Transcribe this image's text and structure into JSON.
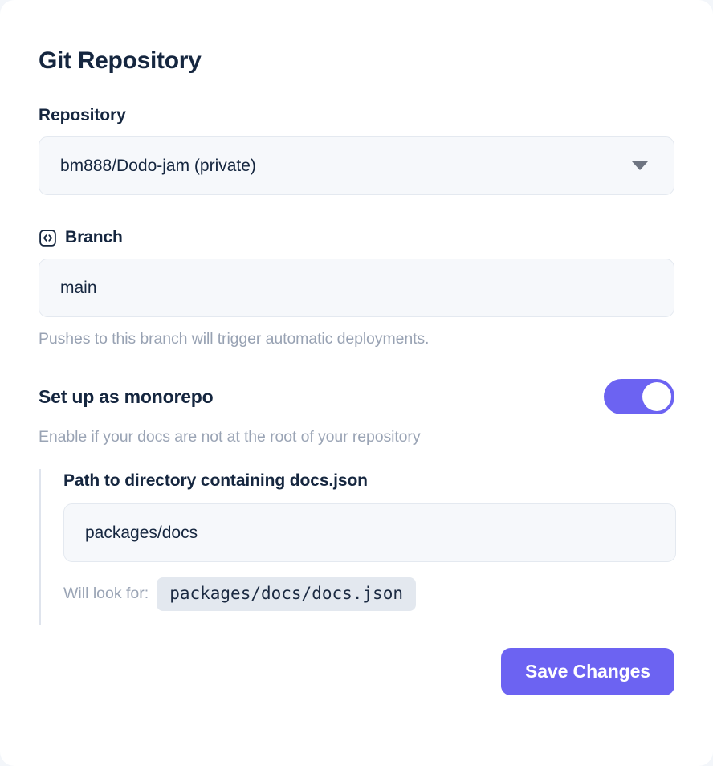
{
  "card": {
    "title": "Git Repository"
  },
  "repository_field": {
    "label": "Repository",
    "selected_value": "bm888/Dodo-jam (private)",
    "caret_icon": "chevron-down-icon"
  },
  "branch_field": {
    "icon": "code-brackets-icon",
    "label": "Branch",
    "value": "main",
    "helper_text": "Pushes to this branch will trigger automatic deployments."
  },
  "monorepo_toggle": {
    "title": "Set up as monorepo",
    "description": "Enable if your docs are not at the root of your repository",
    "state": "on"
  },
  "monorepo_section": {
    "label": "Path to directory containing docs.json",
    "path_value": "packages/docs",
    "will_look_for_label": "Will look for:",
    "will_look_for_path": "packages/docs/docs.json"
  },
  "footer": {
    "save_label": "Save Changes"
  },
  "colors": {
    "accent": "#6c63f2",
    "title_text": "#15263f",
    "muted_text": "#98a2b3",
    "input_bg": "#f6f8fb",
    "input_border": "#e4e9f0",
    "chip_bg": "#e3e8ef",
    "section_border": "#dfe4ed",
    "card_bg": "#ffffff",
    "page_bg": "#f3f6fa"
  }
}
